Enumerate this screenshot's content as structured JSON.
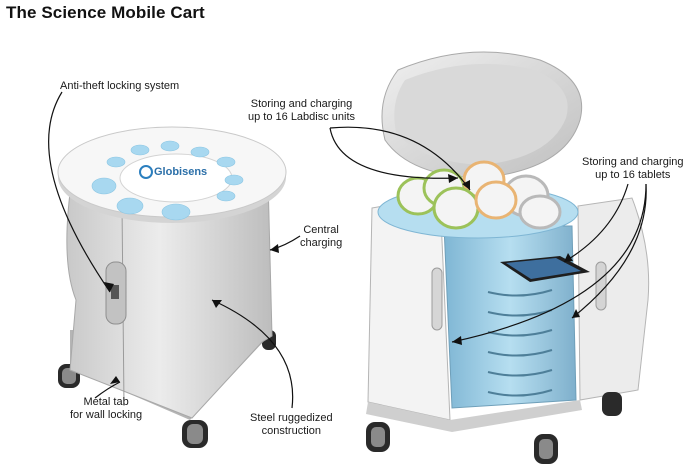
{
  "title": "The Science Mobile Cart",
  "brand": "Globisens",
  "labels": {
    "anti_theft": "Anti-theft locking system",
    "central_charging_line1": "Central",
    "central_charging_line2": "charging",
    "metal_tab_line1": "Metal tab",
    "metal_tab_line2": "for wall locking",
    "steel_line1": "Steel ruggedized",
    "steel_line2": "construction",
    "labdisc_line1": "Storing and charging",
    "labdisc_line2": "up to 16 Labdisc units",
    "tablets_line1": "Storing and charging",
    "tablets_line2": "up to 16 tablets"
  },
  "colors": {
    "cart_body": "#dcdcdc",
    "cart_top": "#f4f4f4",
    "accent_blue": "#a8d8f0",
    "interior_blue": "#9fcde4",
    "wheel": "#2a2a2a"
  }
}
